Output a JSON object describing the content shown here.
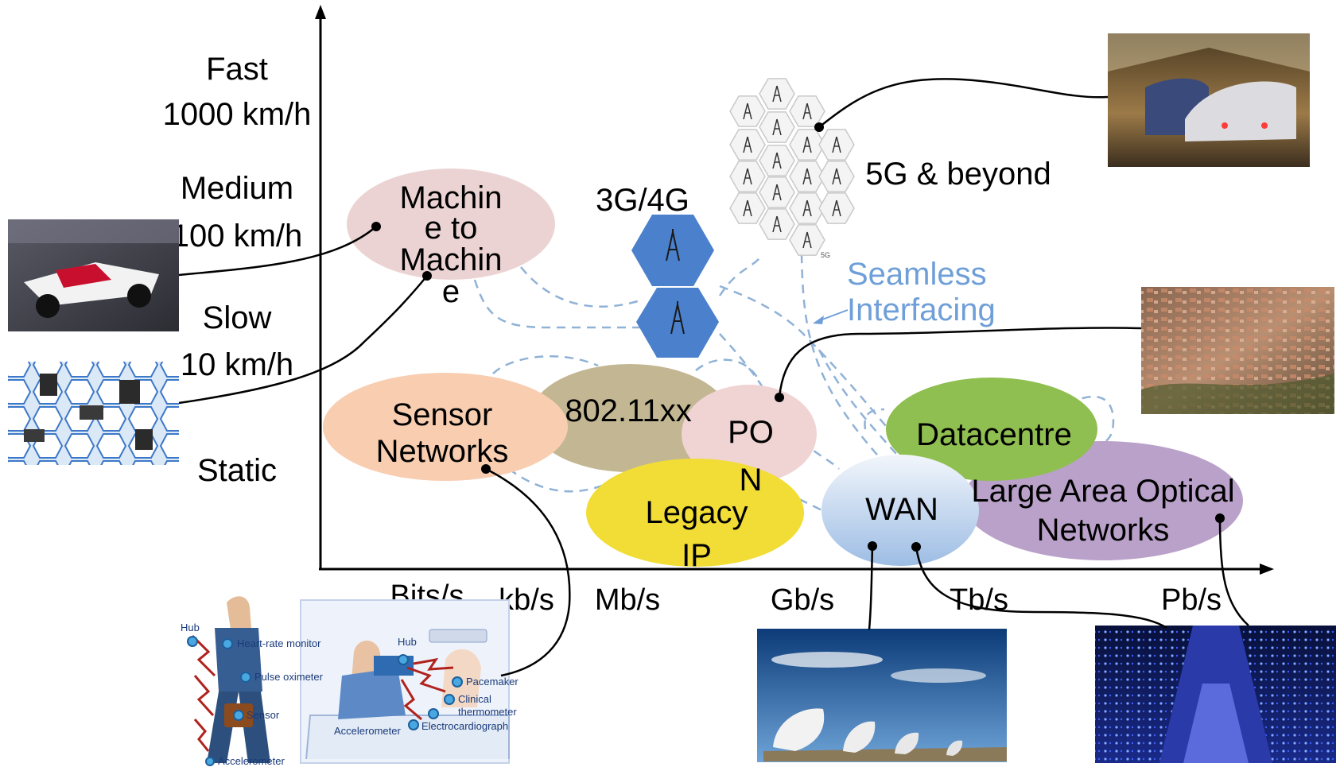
{
  "y_axis": {
    "fast": "Fast",
    "fast_speed": "1000 km/h",
    "medium": "Medium",
    "medium_speed": "100 km/h",
    "slow": "Slow",
    "slow_speed": "10 km/h",
    "static": "Static"
  },
  "x_axis": {
    "ticks": [
      "Bits/s",
      "kb/s",
      "Mb/s",
      "Gb/s",
      "Tb/s",
      "Pb/s"
    ]
  },
  "regions": {
    "m2m": [
      "Machin",
      "e to",
      "Machin",
      "e"
    ],
    "sensor": [
      "Sensor",
      "Networks"
    ],
    "wifi": "802.11xx",
    "pon": [
      "PO",
      "N"
    ],
    "legacy": [
      "Legacy",
      "IP"
    ],
    "wan": "WAN",
    "datacentre": "Datacentre",
    "optical": [
      "Large Area Optical",
      "Networks"
    ],
    "cellular": "3G/4G",
    "fiveg": "5G & beyond",
    "fiveg_small": "5G"
  },
  "annotation": [
    "Seamless",
    "Interfacing"
  ],
  "medical": {
    "hub1": "Hub",
    "heart": "Heart-rate monitor",
    "pulse": "Pulse oximeter",
    "sensor": "Sensor",
    "accel1": "Accelerometer",
    "hub2": "Hub",
    "pacemaker": "Pacemaker",
    "clinical": "Clinical",
    "thermometer": "thermometer",
    "accel2": "Accelerometer",
    "ecg": "Electrocardiograph"
  },
  "colors": {
    "m2m": "#ecd3d3",
    "sensor": "#f8cdb0",
    "wifi": "#c3b793",
    "pon": "#f0d3d3",
    "legacy": "#f1dd35",
    "wan": "#c8dbf0",
    "datacentre": "#8fbf50",
    "optical": "#b9a1c9",
    "hex": "#4a80cc",
    "dash": "#8fb2d6"
  }
}
